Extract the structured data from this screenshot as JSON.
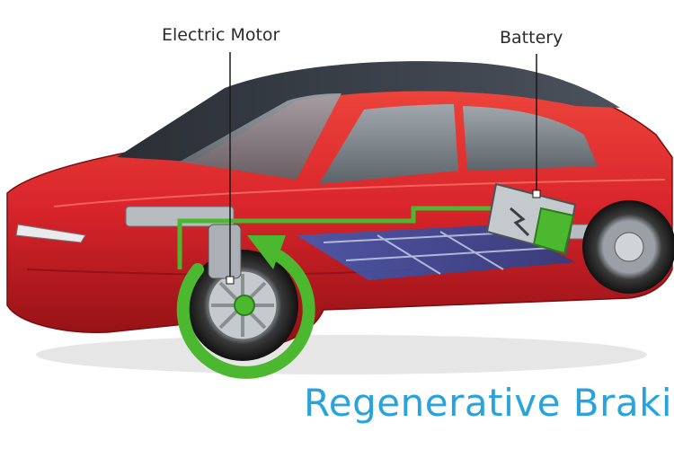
{
  "title": "Regenerative Braking",
  "labels": {
    "motor": "Electric Motor",
    "battery": "Battery"
  },
  "colors": {
    "title": "#29a3dc",
    "energy_flow": "#4cb82f",
    "car_body": "#d9252b",
    "callout_line": "#1a1a1a"
  },
  "icons": [
    "wheel-icon",
    "battery-icon",
    "motor-icon",
    "rotation-arrow-icon"
  ]
}
